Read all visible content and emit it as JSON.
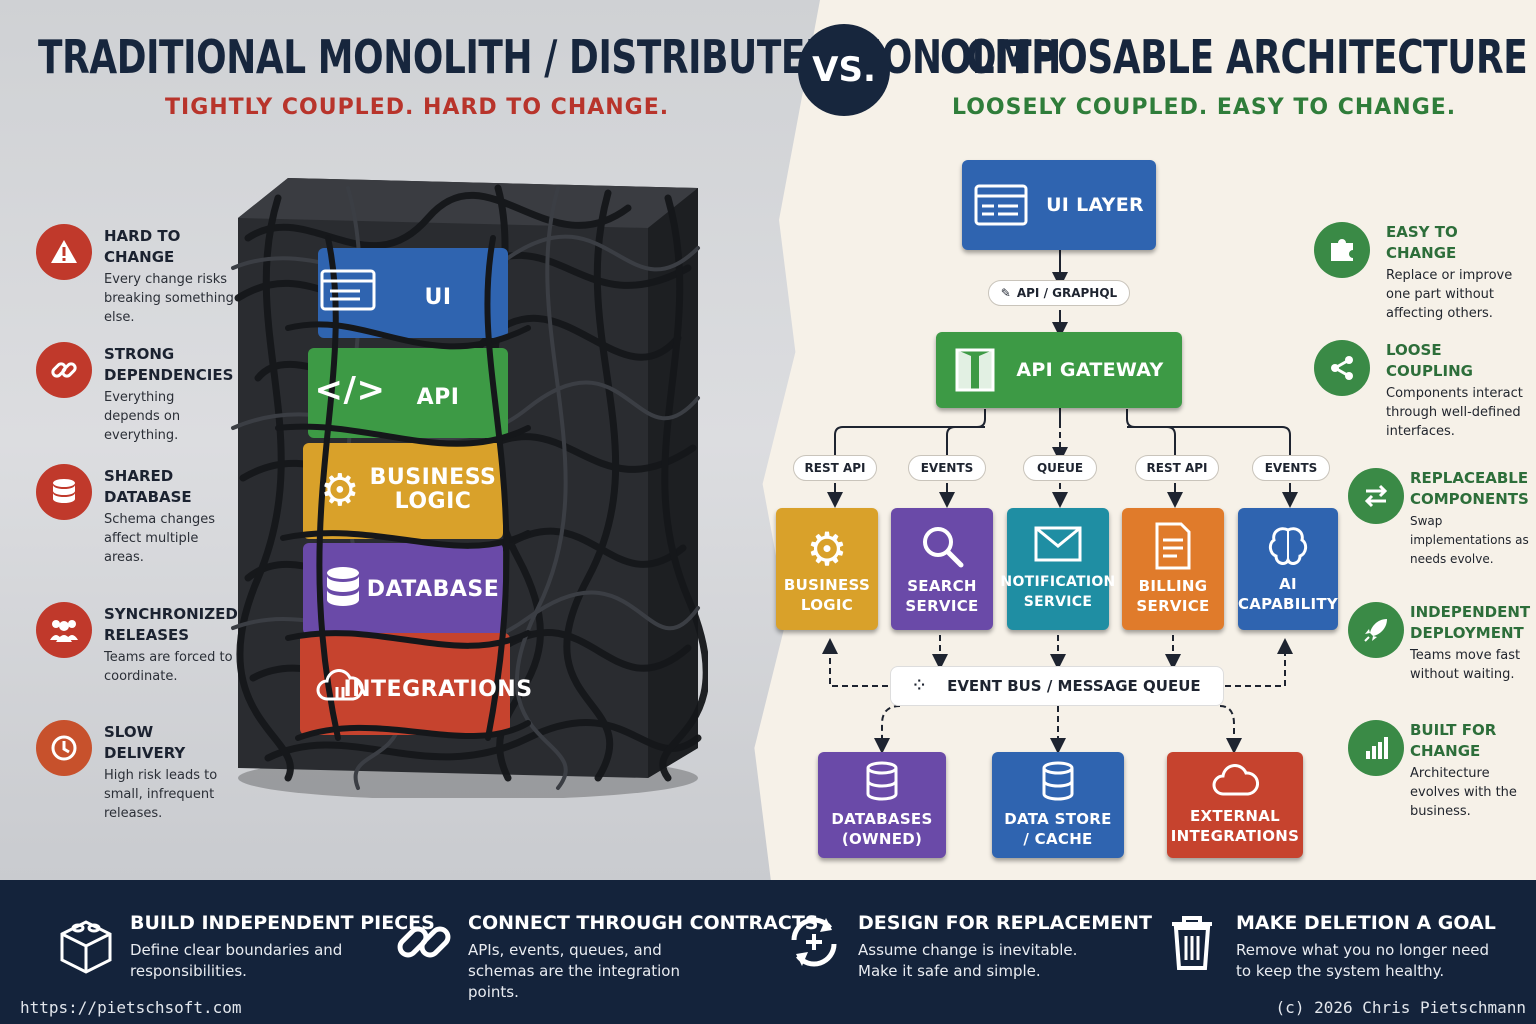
{
  "header": {
    "left_title": "TRADITIONAL MONOLITH / DISTRIBUTED MONOLITH",
    "left_subtitle": "TIGHTLY COUPLED. HARD TO CHANGE.",
    "vs": "VS.",
    "right_title": "COMPOSABLE ARCHITECTURE",
    "right_subtitle": "LOOSELY COUPLED. EASY TO CHANGE."
  },
  "colors": {
    "navy": "#17263d",
    "red": "#b8342b",
    "green": "#2f7d3a",
    "blue": "#2f64b0",
    "api_green": "#3d9a45",
    "yellow": "#d9a12a",
    "purple": "#6a4aa8",
    "teal": "#1f8ea3",
    "orange": "#e07b2b",
    "integration_red": "#c6432e"
  },
  "left_features": [
    {
      "icon": "warning-icon",
      "title": "HARD TO CHANGE",
      "desc": "Every change risks breaking something else."
    },
    {
      "icon": "link-icon",
      "title": "STRONG DEPENDENCIES",
      "desc": "Everything depends on everything."
    },
    {
      "icon": "database-icon",
      "title": "SHARED DATABASE",
      "desc": "Schema changes affect multiple areas."
    },
    {
      "icon": "team-icon",
      "title": "SYNCHRONIZED RELEASES",
      "desc": "Teams are forced to coordinate."
    },
    {
      "icon": "clock-icon",
      "title": "SLOW DELIVERY",
      "desc": "High risk leads to small, infrequent releases."
    }
  ],
  "monolith_blocks": [
    {
      "label": "UI",
      "icon": "window-icon"
    },
    {
      "label": "API",
      "icon": "code-icon"
    },
    {
      "label": "BUSINESS LOGIC",
      "icon": "gear-icon"
    },
    {
      "label": "DATABASE",
      "icon": "database-icon"
    },
    {
      "label": "INTEGRATIONS",
      "icon": "cloud-plug-icon"
    }
  ],
  "diagram": {
    "ui_layer": "UI LAYER",
    "api_graphql": "API / GRAPHQL",
    "api_gateway": "API GATEWAY",
    "connectors": [
      "REST API",
      "EVENTS",
      "QUEUE",
      "REST API",
      "EVENTS"
    ],
    "services": [
      {
        "label": "BUSINESS LOGIC",
        "icon": "gear-icon"
      },
      {
        "label": "SEARCH SERVICE",
        "icon": "search-icon"
      },
      {
        "label": "NOTIFICATION SERVICE",
        "icon": "mail-icon"
      },
      {
        "label": "BILLING SERVICE",
        "icon": "invoice-icon"
      },
      {
        "label": "AI CAPABILITY",
        "icon": "brain-icon"
      }
    ],
    "event_bus": "EVENT BUS / MESSAGE QUEUE",
    "stores": [
      {
        "label": "DATABASES (OWNED)",
        "icon": "database-icon"
      },
      {
        "label": "DATA STORE / CACHE",
        "icon": "database-icon"
      },
      {
        "label": "EXTERNAL INTEGRATIONS",
        "icon": "cloud-icon"
      }
    ]
  },
  "right_features": [
    {
      "icon": "puzzle-icon",
      "title": "EASY TO CHANGE",
      "desc": "Replace or improve one part without affecting others."
    },
    {
      "icon": "share-icon",
      "title": "LOOSE COUPLING",
      "desc": "Components interact through well-defined interfaces."
    },
    {
      "icon": "swap-icon",
      "title": "REPLACEABLE COMPONENTS",
      "desc": "Swap implementations as needs evolve."
    },
    {
      "icon": "rocket-icon",
      "title": "INDEPENDENT DEPLOYMENT",
      "desc": "Teams move fast without waiting."
    },
    {
      "icon": "bar-chart-icon",
      "title": "BUILT FOR CHANGE",
      "desc": "Architecture evolves with the business."
    }
  ],
  "bottom": [
    {
      "icon": "lego-brick-icon",
      "title": "BUILD INDEPENDENT PIECES",
      "desc": "Define clear boundaries and responsibilities."
    },
    {
      "icon": "chain-icon",
      "title": "CONNECT THROUGH CONTRACTS",
      "desc": "APIs, events, queues, and schemas are the integration points."
    },
    {
      "icon": "refresh-plus-icon",
      "title": "DESIGN FOR REPLACEMENT",
      "desc": "Assume change is inevitable. Make it safe and simple."
    },
    {
      "icon": "trash-icon",
      "title": "MAKE DELETION A GOAL",
      "desc": "Remove what you no longer need to keep the system healthy."
    }
  ],
  "footer": {
    "url": "https://pietschsoft.com",
    "copyright": "(c) 2026 Chris Pietschmann"
  }
}
